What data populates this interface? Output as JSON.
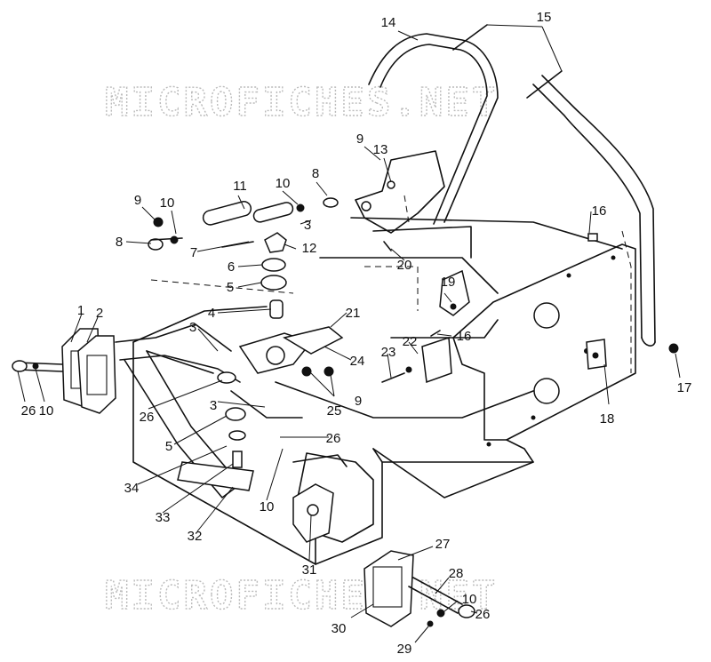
{
  "watermark": "MICROFICHES.NET",
  "callouts": {
    "c1": "1",
    "c2": "2",
    "c3a": "3",
    "c3b": "3",
    "c3c": "3",
    "c4": "4",
    "c5a": "5",
    "c5b": "5",
    "c6": "6",
    "c7": "7",
    "c8a": "8",
    "c8b": "8",
    "c9a": "9",
    "c9b": "9",
    "c9c": "9",
    "c10a": "10",
    "c10b": "10",
    "c10c": "10",
    "c10d": "10",
    "c10e": "10",
    "c11": "11",
    "c12": "12",
    "c13": "13",
    "c14": "14",
    "c15": "15",
    "c16a": "16",
    "c16b": "16",
    "c17": "17",
    "c18": "18",
    "c19": "19",
    "c20": "20",
    "c21": "21",
    "c22": "22",
    "c23": "23",
    "c24": "24",
    "c25": "25",
    "c26a": "26",
    "c26b": "26",
    "c26c": "26",
    "c26d": "26",
    "c27": "27",
    "c28": "28",
    "c29": "29",
    "c30": "30",
    "c31": "31",
    "c32": "32",
    "c33": "33",
    "c34": "34"
  }
}
